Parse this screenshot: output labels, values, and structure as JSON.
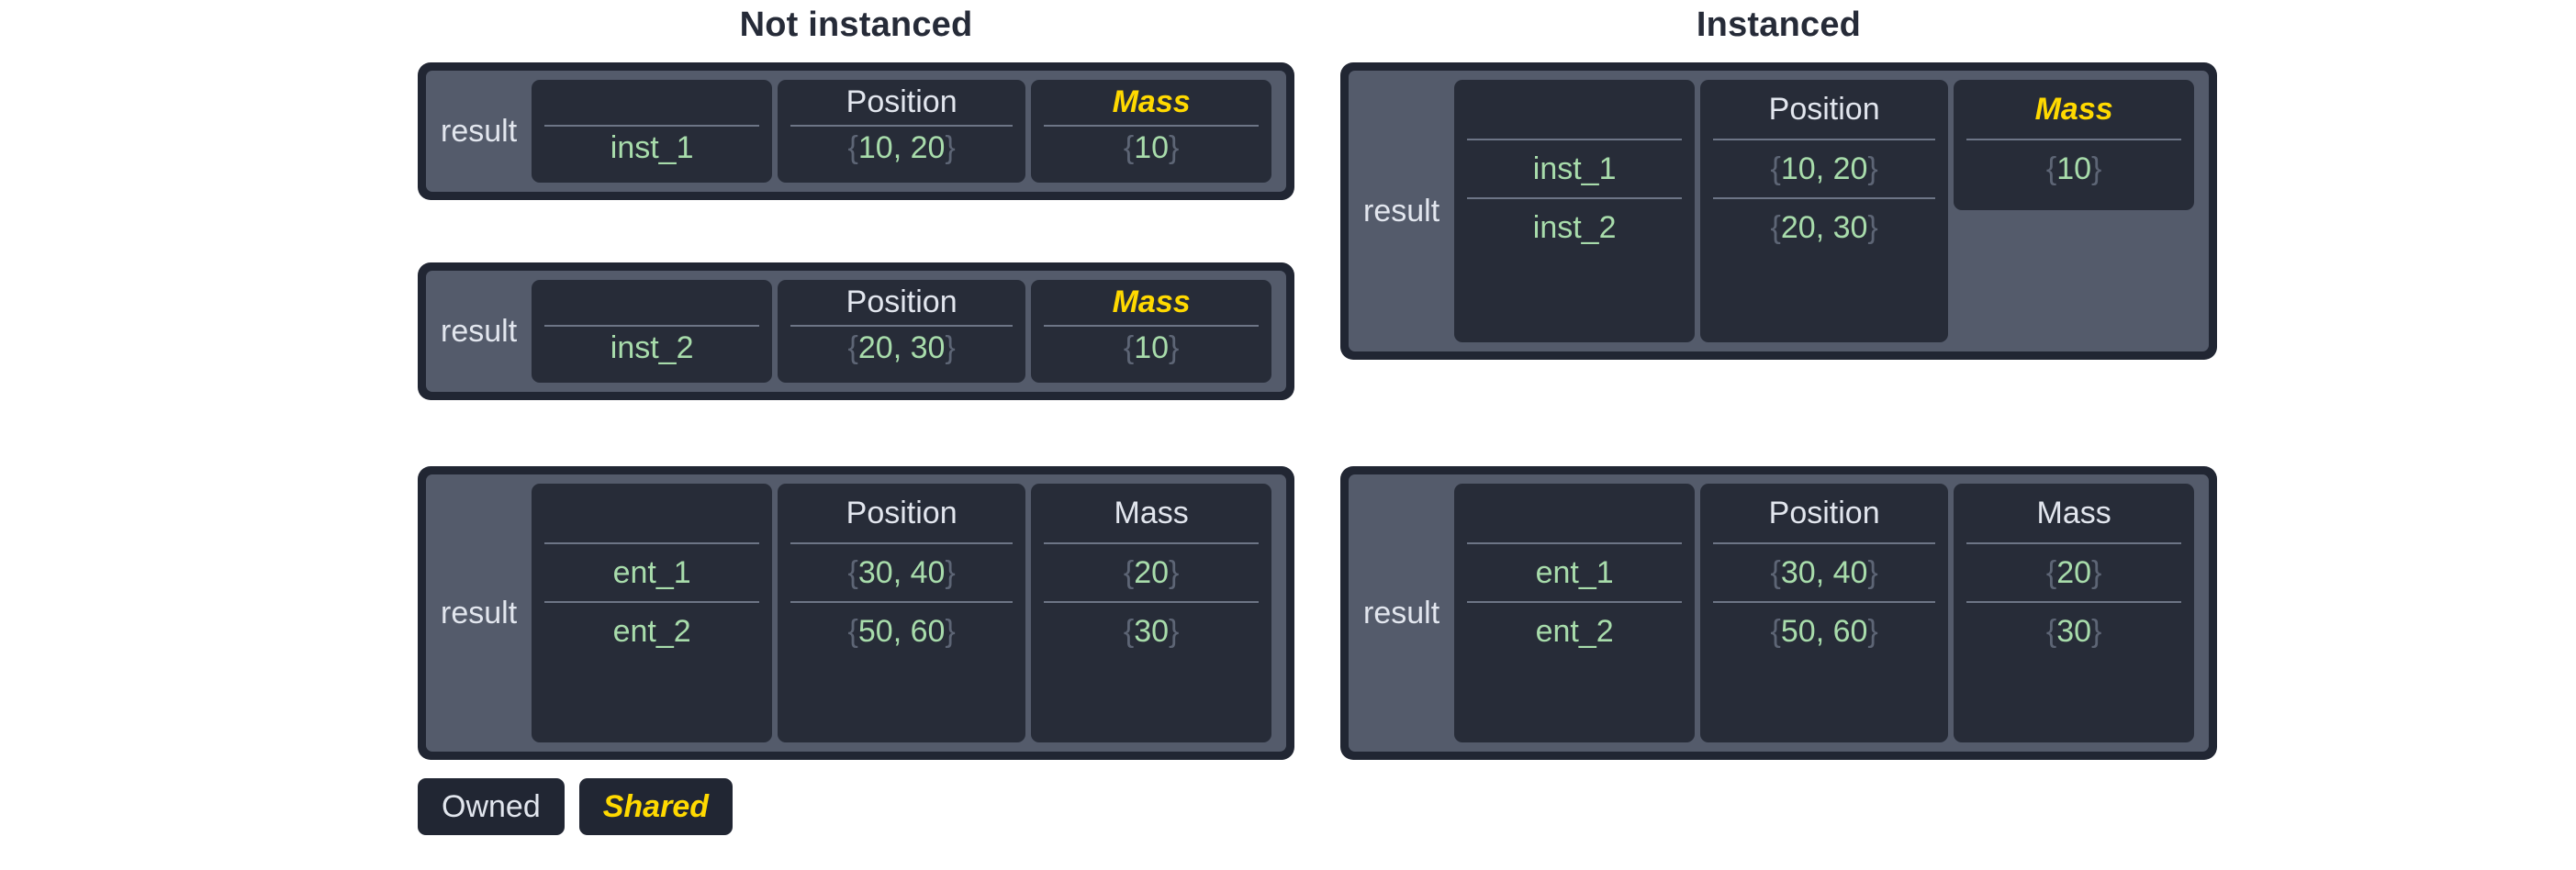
{
  "headings": {
    "left": "Not instanced",
    "right": "Instanced"
  },
  "labels": {
    "result": "result",
    "empty_header": ""
  },
  "colors": {
    "frame": "#212633",
    "panel_slate": "#545b6b",
    "column_dark": "#272c38",
    "text_light": "#e2e6ee",
    "value_green": "#a8dcab",
    "brace_gray": "#5d6575",
    "shared_yellow": "#ffd900",
    "separator": "#6d7586",
    "title": "#262b38",
    "background": "#ffffff"
  },
  "columns": {
    "position": "Position",
    "mass": "Mass"
  },
  "legend": [
    {
      "label": "Owned",
      "ownership": "owned"
    },
    {
      "label": "Shared",
      "ownership": "shared"
    }
  ],
  "not_instanced": [
    {
      "result": "result",
      "headers": [
        {
          "text": "",
          "ownership": "owned"
        },
        {
          "text": "Position",
          "ownership": "owned"
        },
        {
          "text": "Mass",
          "ownership": "shared"
        }
      ],
      "rows": [
        {
          "name": "inst_1",
          "position": "{10, 20}",
          "mass": "{10}"
        }
      ]
    },
    {
      "result": "result",
      "headers": [
        {
          "text": "",
          "ownership": "owned"
        },
        {
          "text": "Position",
          "ownership": "owned"
        },
        {
          "text": "Mass",
          "ownership": "shared"
        }
      ],
      "rows": [
        {
          "name": "inst_2",
          "position": "{20, 30}",
          "mass": "{10}"
        }
      ]
    },
    {
      "result": "result",
      "headers": [
        {
          "text": "",
          "ownership": "owned"
        },
        {
          "text": "Position",
          "ownership": "owned"
        },
        {
          "text": "Mass",
          "ownership": "owned"
        }
      ],
      "rows": [
        {
          "name": "ent_1",
          "position": "{30, 40}",
          "mass": "{20}"
        },
        {
          "name": "ent_2",
          "position": "{50, 60}",
          "mass": "{30}"
        }
      ]
    }
  ],
  "instanced": [
    {
      "result": "result",
      "headers": [
        {
          "text": "",
          "ownership": "owned"
        },
        {
          "text": "Position",
          "ownership": "owned"
        },
        {
          "text": "Mass",
          "ownership": "shared"
        }
      ],
      "rows": [
        {
          "name": "inst_1",
          "position": "{10, 20}",
          "mass": "{10}"
        },
        {
          "name": "inst_2",
          "position": "{20, 30}",
          "mass": null
        }
      ],
      "mass_truncated": true
    },
    {
      "result": "result",
      "headers": [
        {
          "text": "",
          "ownership": "owned"
        },
        {
          "text": "Position",
          "ownership": "owned"
        },
        {
          "text": "Mass",
          "ownership": "owned"
        }
      ],
      "rows": [
        {
          "name": "ent_1",
          "position": "{30, 40}",
          "mass": "{20}"
        },
        {
          "name": "ent_2",
          "position": "{50, 60}",
          "mass": "{30}"
        }
      ]
    }
  ]
}
